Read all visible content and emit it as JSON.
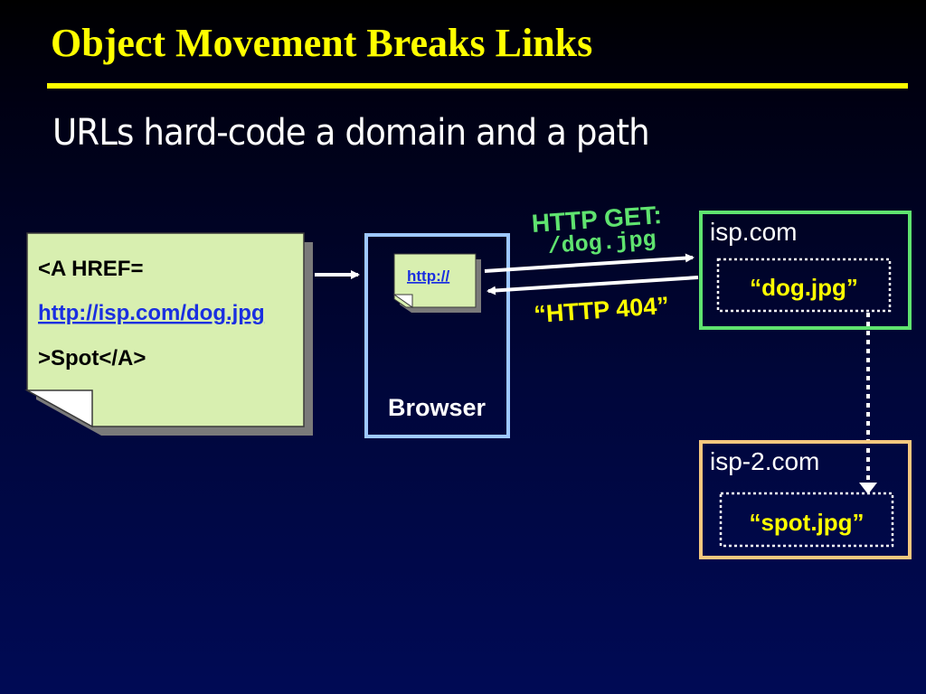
{
  "slide": {
    "title": "Object Movement Breaks Links",
    "subtitle": "URLs hard-code a domain and a path"
  },
  "colors": {
    "title": "#ffff00",
    "page": "#d8efb0",
    "browser_border": "#9ec8ff",
    "isp_border": "#5fe36f",
    "isp2_border": "#f5c77e",
    "http_label": "#5fe36f",
    "http404_label": "#ffff00",
    "link": "#1a2fe0"
  },
  "web_page": {
    "line1": "<A HREF=",
    "link": "http://isp.com/dog.jpg",
    "line3": ">Spot</A>"
  },
  "browser": {
    "label": "Browser",
    "mini_link": "http://"
  },
  "request": {
    "line1": "HTTP GET:",
    "line2": "/dog.jpg"
  },
  "response": {
    "label": "“HTTP 404”"
  },
  "server1": {
    "domain": "isp.com",
    "file": "“dog.jpg”"
  },
  "server2": {
    "domain": "isp-2.com",
    "file": "“spot.jpg”"
  }
}
